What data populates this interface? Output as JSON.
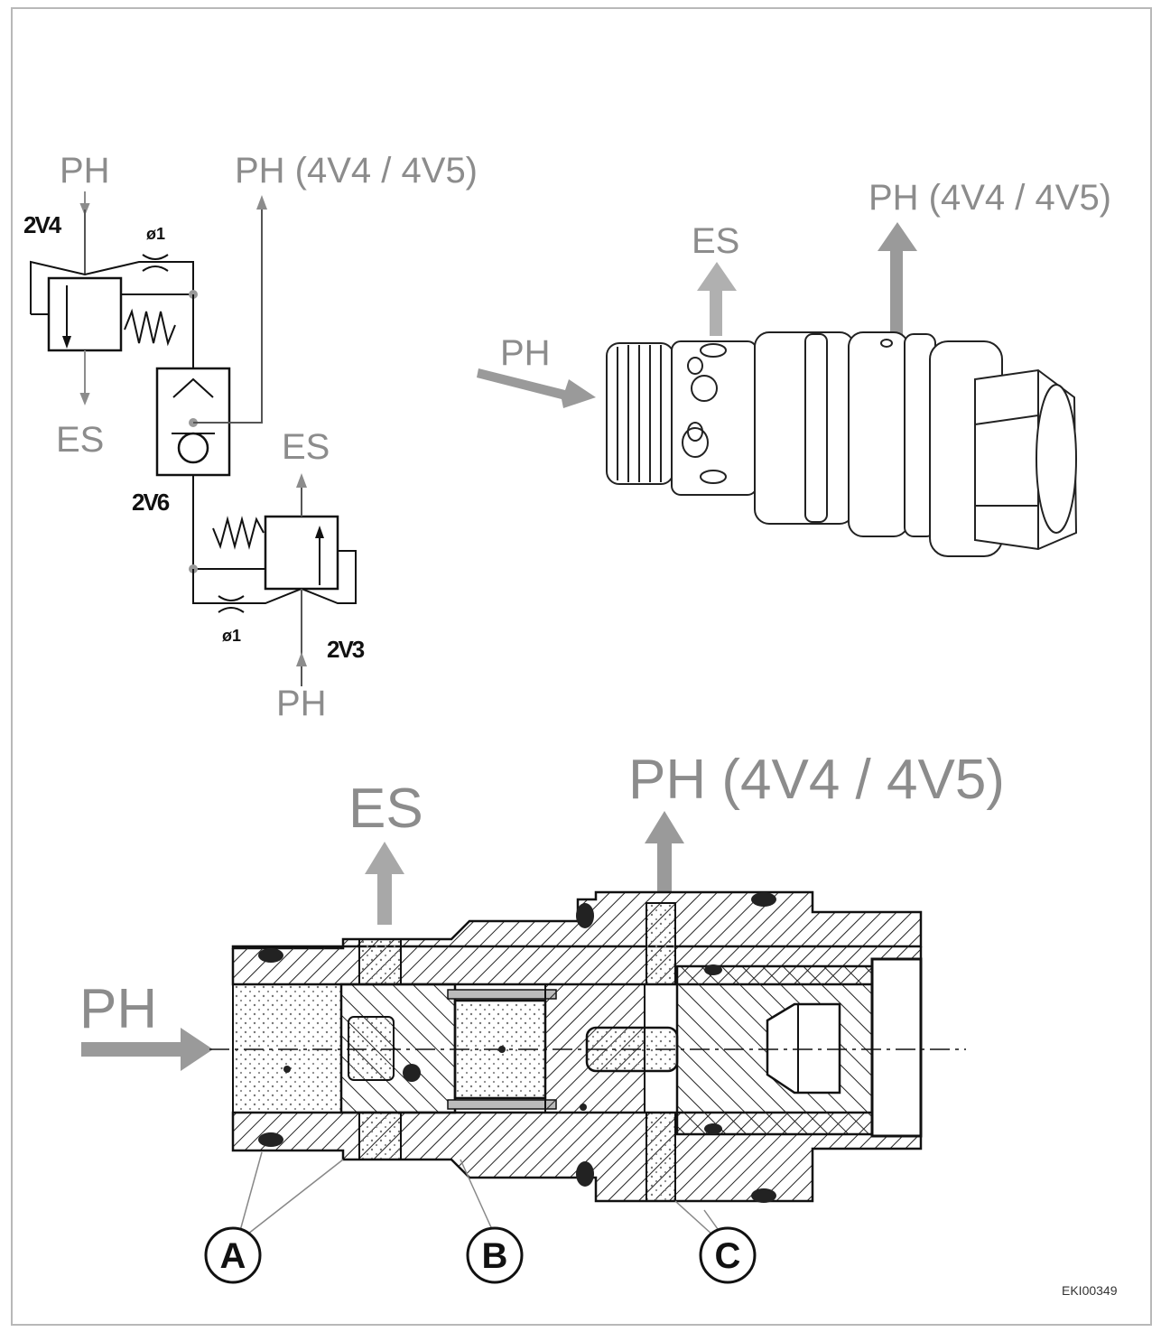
{
  "schematic": {
    "ph_top": "PH",
    "ph_out": "PH (4V4 / 4V5)",
    "es_left": "ES",
    "es_right": "ES",
    "ph_bottom": "PH",
    "valve_top": "2V4",
    "valve_check": "2V6",
    "valve_bottom": "2V3",
    "orifice_top": "ø1",
    "orifice_bottom": "ø1"
  },
  "perspective": {
    "ph_in": "PH",
    "es": "ES",
    "ph_out": "PH (4V4 / 4V5)"
  },
  "section": {
    "ph_in": "PH",
    "es": "ES",
    "ph_out": "PH (4V4 / 4V5)",
    "callouts": [
      "A",
      "B",
      "C"
    ]
  },
  "reference": "EKI00349",
  "colors": {
    "label_gray": "#8c8c8c",
    "line": "#111111",
    "arrow_gray": "#9a9a9a"
  }
}
